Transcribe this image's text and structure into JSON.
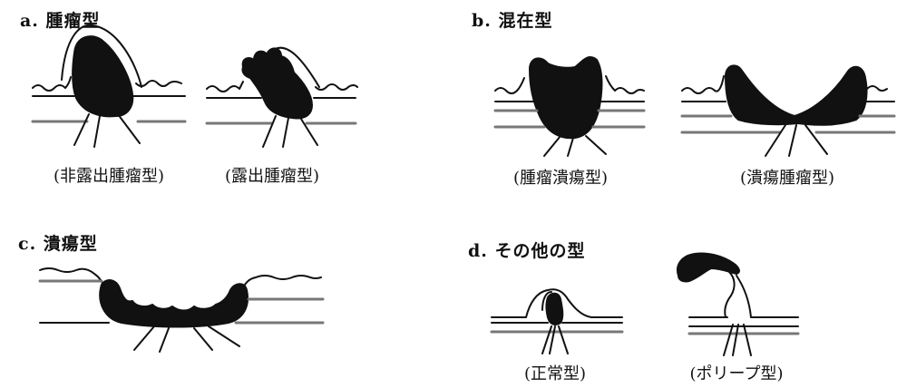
{
  "sections": {
    "a": {
      "label": "a. 腫瘤型",
      "captions": [
        "(非露出腫瘤型)",
        "(露出腫瘤型)"
      ]
    },
    "b": {
      "label": "b. 混在型",
      "captions": [
        "(腫瘤潰瘍型)",
        "(潰瘍腫瘤型)"
      ]
    },
    "c": {
      "label": "c. 潰瘍型",
      "captions": []
    },
    "d": {
      "label": "d. その他の型",
      "captions": [
        "(正常型)",
        "(ポリープ型)"
      ]
    }
  }
}
